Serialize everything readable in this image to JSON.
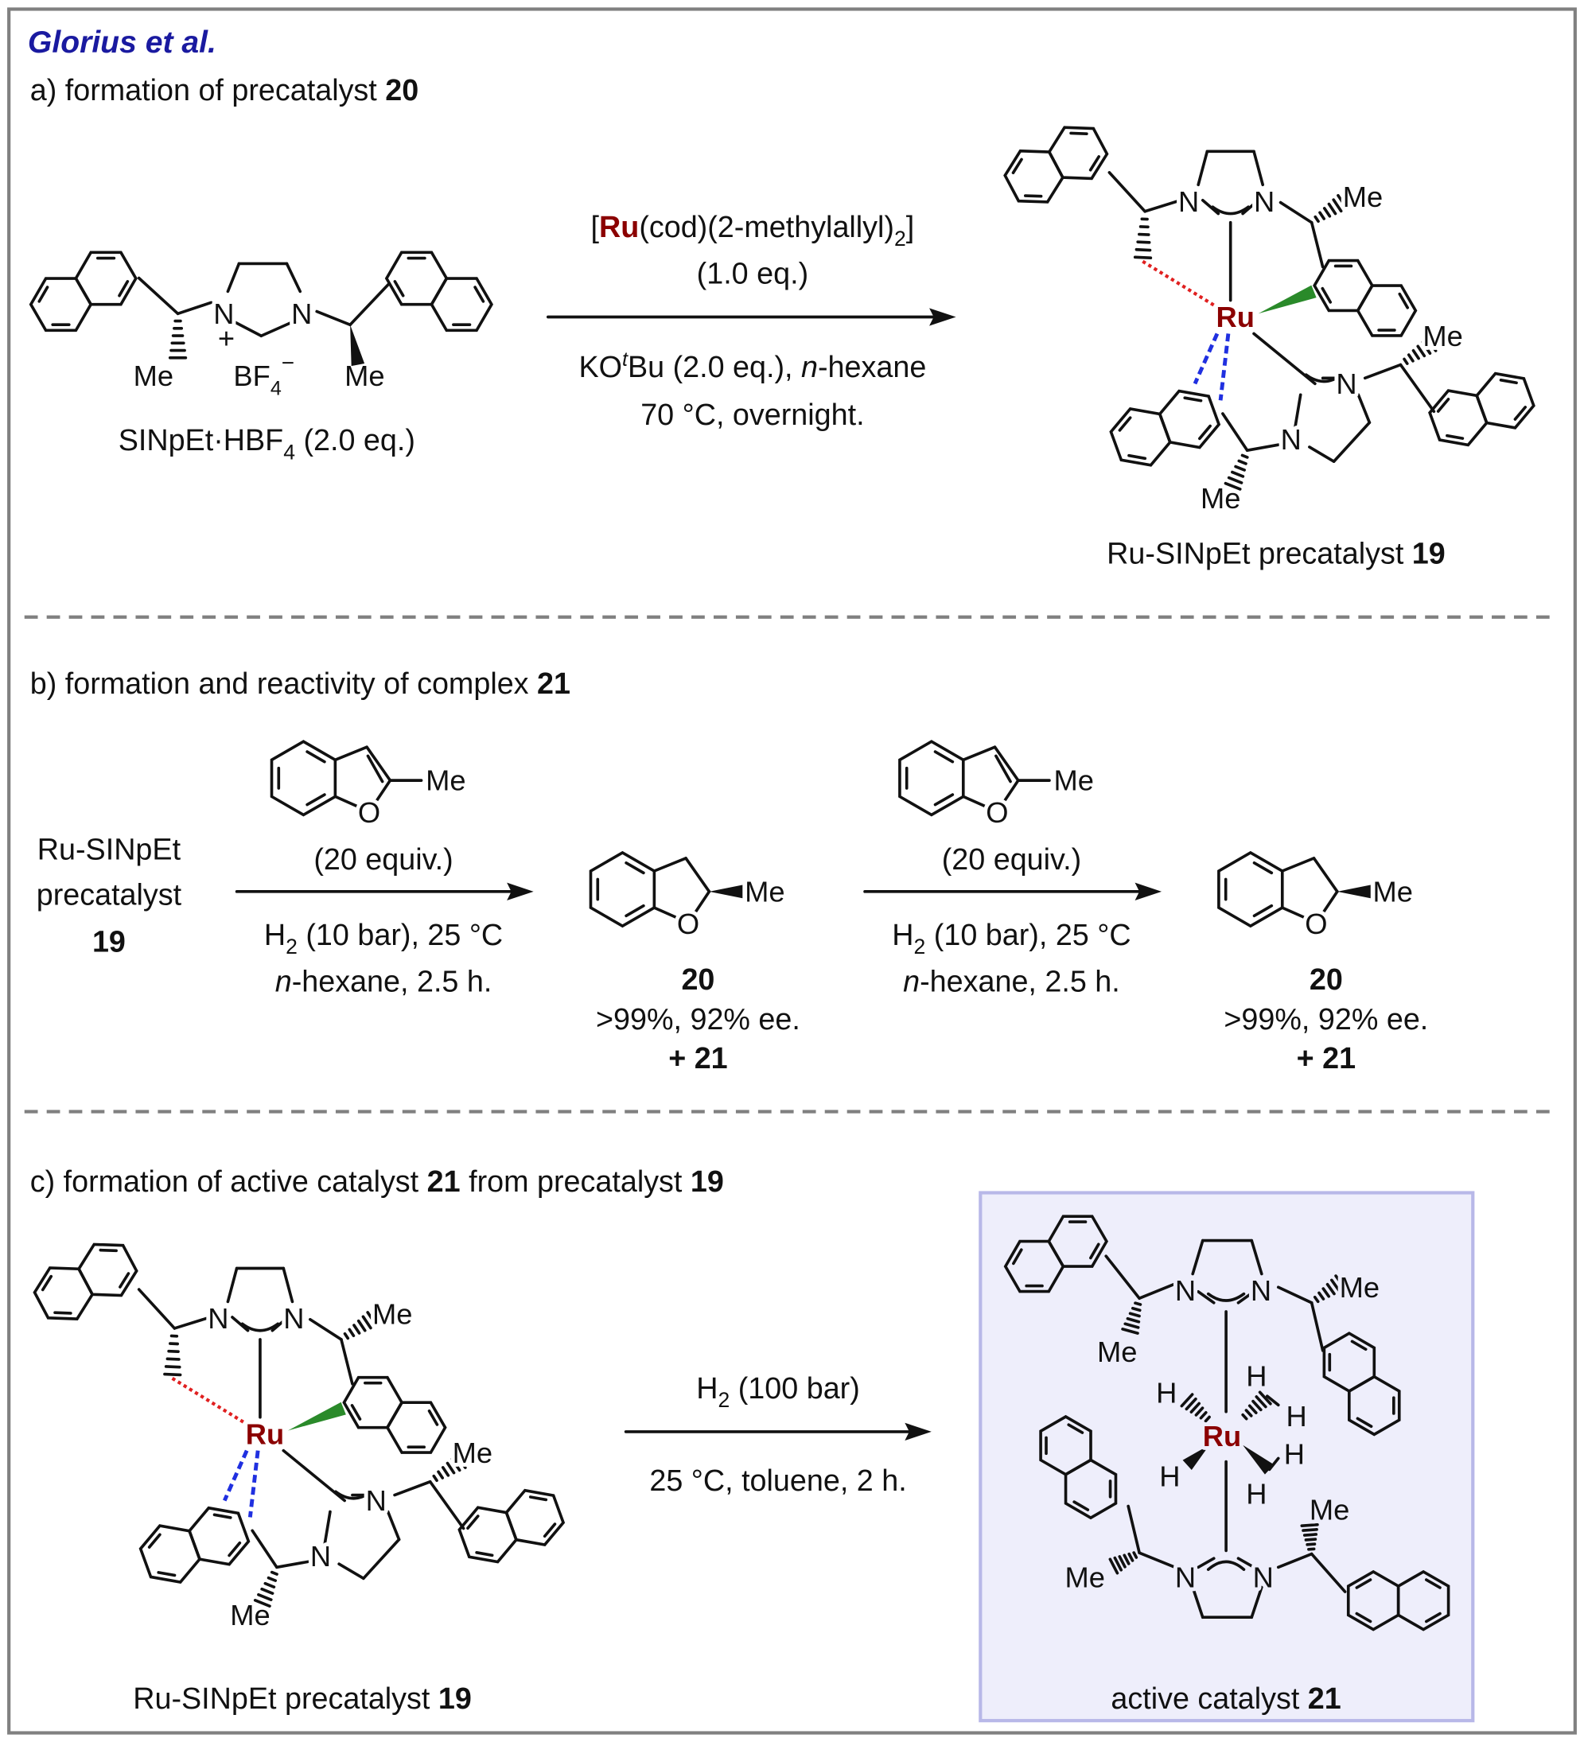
{
  "header": {
    "author": "Glorius et al."
  },
  "a": {
    "title": "a) formation of precatalyst ",
    "title_num": "20",
    "reagent": {
      "labels": [
        "N",
        "+",
        "N",
        "Me",
        "BF",
        "4",
        "−",
        "Me"
      ],
      "name": "SINpEt·HBF",
      "name_sub": "4",
      "name_rest": " (2.0 eq.)"
    },
    "arrow": {
      "ru_open": "[",
      "ru": "Ru",
      "ru_rest": "(cod)(2-methylallyl)",
      "ru_sub": "2",
      "ru_close": "]",
      "eq": "(1.0 eq.)",
      "base": "KO",
      "base_sup": "t",
      "base_rest": "Bu (2.0 eq.), ",
      "solvent_italic": "n",
      "solvent_rest": "-hexane",
      "conditions": "70 °C, overnight."
    },
    "product": {
      "ru": "Ru",
      "labels": [
        "N",
        "N",
        "Me",
        "Me",
        "N",
        "N",
        "Me"
      ],
      "name": "Ru-SINpEt precatalyst ",
      "num": "19"
    }
  },
  "b": {
    "title": "b) formation and reactivity of complex ",
    "title_num": "21",
    "start": {
      "line1": "Ru-SINpEt",
      "line2": "precatalyst",
      "num": "19"
    },
    "steps": [
      {
        "substrate_labels": [
          "O",
          "Me"
        ],
        "equiv": "(20 equiv.)",
        "h2": "H",
        "h2_sub": "2",
        "h2_rest": " (10 bar), 25 °C",
        "solvent_italic": "n",
        "solvent_rest": "-hexane, 2.5 h.",
        "product_labels": [
          "O",
          "Me"
        ],
        "product_num": "20",
        "result": ">99%, 92% ee.",
        "plus": "+ 21"
      },
      {
        "substrate_labels": [
          "O",
          "Me"
        ],
        "equiv": "(20 equiv.)",
        "h2": "H",
        "h2_sub": "2",
        "h2_rest": " (10 bar), 25 °C",
        "solvent_italic": "n",
        "solvent_rest": "-hexane, 2.5 h.",
        "product_labels": [
          "O",
          "Me"
        ],
        "product_num": "20",
        "result": ">99%, 92% ee.",
        "plus": "+ 21"
      }
    ]
  },
  "c": {
    "title": "c) formation of active catalyst ",
    "title_num": "21",
    "title_mid": " from precatalyst ",
    "title_num2": "19",
    "precatalyst": {
      "ru": "Ru",
      "labels": [
        "N",
        "N",
        "Me",
        "Me",
        "N",
        "N",
        "Me"
      ],
      "name": "Ru-SINpEt precatalyst ",
      "num": "19"
    },
    "arrow": {
      "h2": "H",
      "h2_sub": "2",
      "h2_rest": " (100 bar)",
      "conditions": "25 °C, toluene, 2 h."
    },
    "catalyst": {
      "ru": "Ru",
      "labels": [
        "N",
        "N",
        "Me",
        "Me",
        "H",
        "H",
        "H",
        "H",
        "H",
        "H",
        "Me",
        "Me",
        "N",
        "N"
      ],
      "name": "active catalyst ",
      "num": "21"
    }
  },
  "colors": {
    "ru": "#8b0000",
    "author": "#1a1aa0",
    "agostic": "#e02020",
    "pi": "#2030e0",
    "wedge": "#2a8a2a",
    "box_fill": "#eeeefb",
    "box_stroke": "#b8b8e8",
    "frame": "#808080"
  }
}
